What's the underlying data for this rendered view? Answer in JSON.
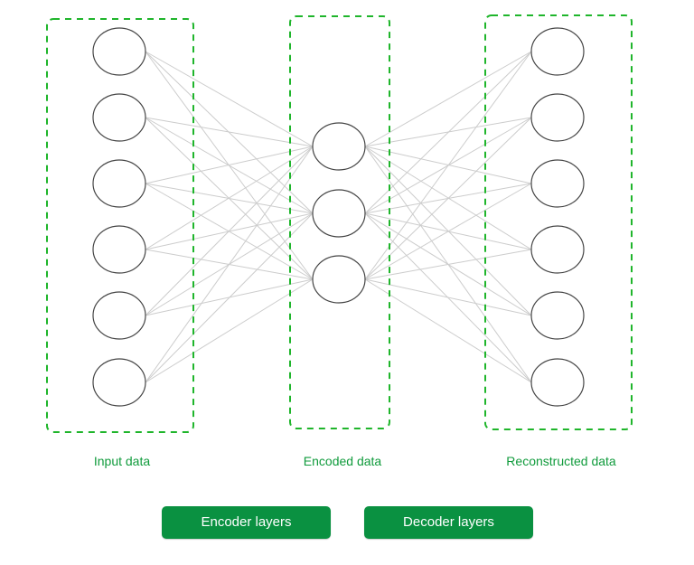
{
  "colors": {
    "accent": "#109b3c",
    "button_bg": "#0a9141",
    "button_text": "#ffffff",
    "box_stroke": "#1fb52b",
    "edge": "#cccccc",
    "node_stroke": "#444444"
  },
  "layers": [
    {
      "name": "input",
      "nodes": 6,
      "label": "Input data"
    },
    {
      "name": "encoded",
      "nodes": 3,
      "label": "Encoded data"
    },
    {
      "name": "reconstructed",
      "nodes": 6,
      "label": "Reconstructed data"
    }
  ],
  "buttons": {
    "encoder_label": "Encoder layers",
    "decoder_label": "Decoder layers"
  }
}
